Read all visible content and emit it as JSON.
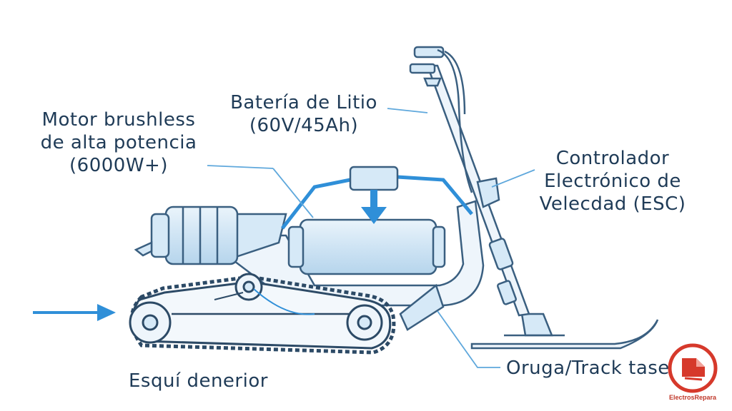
{
  "labels": {
    "bateria": {
      "line1": "Batería de Litio",
      "line2": "(60V/45Ah)"
    },
    "motor": {
      "line1": "Motor brushless",
      "line2": "de alta potencia",
      "line3": "(6000W+)"
    },
    "controlador": {
      "line1": "Controlador",
      "line2": "Electrónico de",
      "line3": "Velecdad (ESC)"
    },
    "oruga": "Oruga/Track tasero",
    "esqui": "Esquí denerior"
  },
  "logo": {
    "text": "ElectrosRepara",
    "color": "#d6392b"
  },
  "colors": {
    "line": "#3a5f80",
    "accent": "#2f8fd8",
    "fill": "#d6e9f7",
    "text": "#1f3b57"
  }
}
